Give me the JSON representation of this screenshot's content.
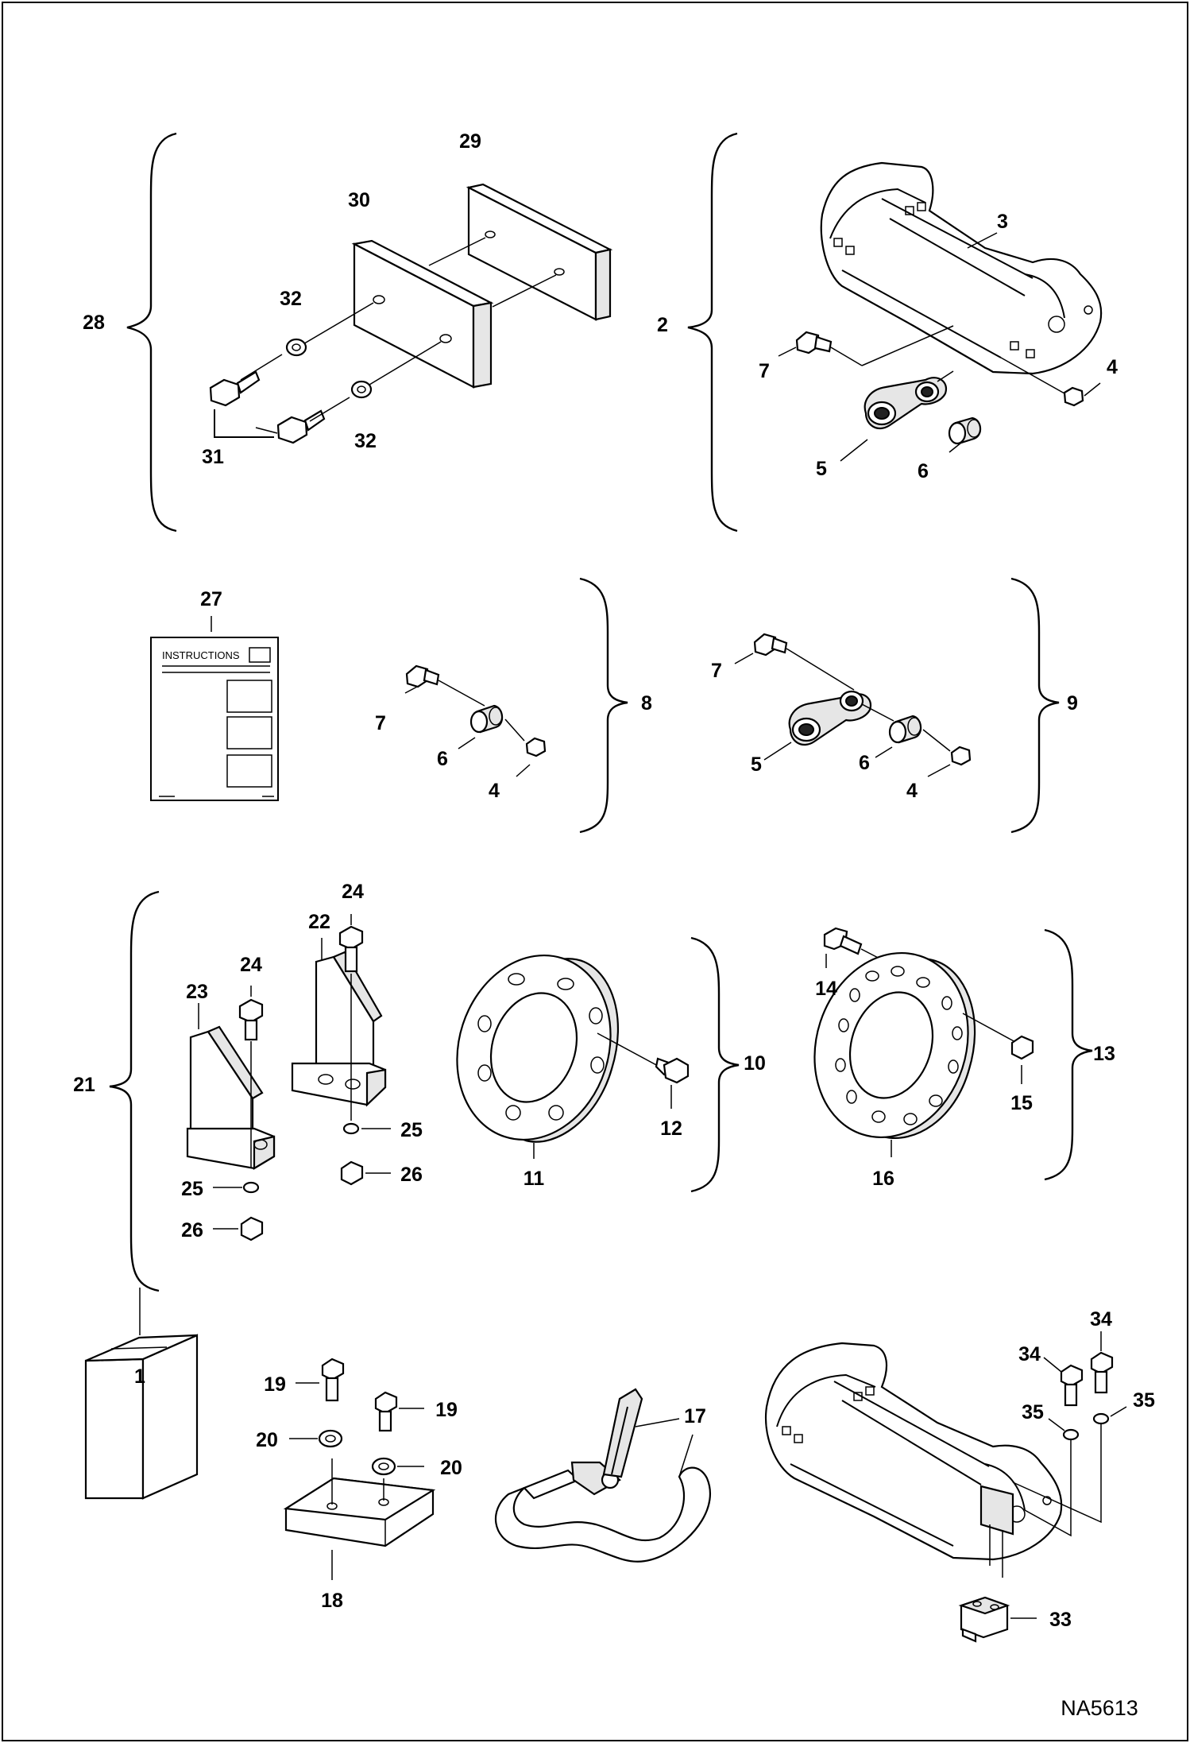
{
  "diagram_code": "NA5613",
  "manual_label": "INSTRUCTIONS",
  "callouts": {
    "c1": "1",
    "c2": "2",
    "c3": "3",
    "c4a": "4",
    "c4b": "4",
    "c4c": "4",
    "c5a": "5",
    "c5b": "5",
    "c6a": "6",
    "c6b": "6",
    "c6c": "6",
    "c7a": "7",
    "c7b": "7",
    "c7c": "7",
    "c8": "8",
    "c9": "9",
    "c10": "10",
    "c11": "11",
    "c12": "12",
    "c13": "13",
    "c14": "14",
    "c15": "15",
    "c16": "16",
    "c17": "17",
    "c18": "18",
    "c19a": "19",
    "c19b": "19",
    "c20a": "20",
    "c20b": "20",
    "c21": "21",
    "c22": "22",
    "c23": "23",
    "c24a": "24",
    "c24b": "24",
    "c25a": "25",
    "c25b": "25",
    "c26a": "26",
    "c26b": "26",
    "c27": "27",
    "c28": "28",
    "c29": "29",
    "c30": "30",
    "c31": "31",
    "c32a": "32",
    "c32b": "32",
    "c33": "33",
    "c34a": "34",
    "c34b": "34",
    "c35a": "35",
    "c35b": "35"
  }
}
